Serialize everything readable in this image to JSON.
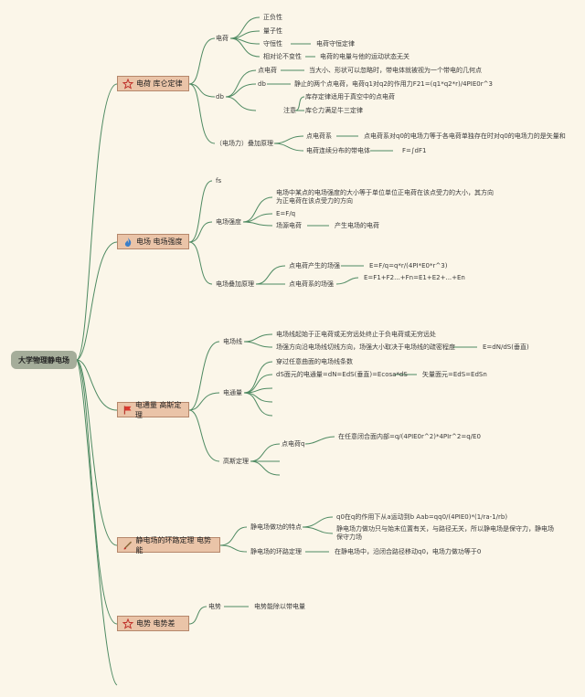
{
  "root": {
    "label": "大学物理静电场"
  },
  "sections": [
    {
      "label": "电荷 库仑定律",
      "icon": "star-icon",
      "children": [
        {
          "label": "电荷",
          "items": [
            "正负性",
            "量子性",
            "守恒性",
            "相对论不变性"
          ],
          "notes": [
            "电荷守恒定律",
            "电荷的电量与他的运动状态无关"
          ]
        },
        {
          "label": "db",
          "items": [
            "点电荷",
            "db",
            "注意"
          ],
          "notes": [
            "当大小、形状可以忽略时，带电体就被视为一个带电的几何点",
            "静止的两个点电荷，电荷q1对q2的作用力F21=(q1*q2*r)/4PIE0r^3",
            "库存定律适用于真空中的点电荷",
            "库仑力满足牛三定律"
          ]
        },
        {
          "label": "（电场力）叠加原理",
          "items": [
            "点电荷系",
            "电荷连续分布的带电体"
          ],
          "notes": [
            "点电荷系对q0的电场力等于各电荷单独存在时对q0的电场力的是矢量和",
            "F=∫dF1"
          ]
        }
      ]
    },
    {
      "label": "电场 电场强度",
      "icon": "flame-icon",
      "children": [
        {
          "label": "fs"
        },
        {
          "label": "电场强度",
          "items": [
            "电场中某点的电场强度的大小等于单位单位正电荷在该点受力的大小，其方向为正电荷在该点受力的方向",
            "E=F/q",
            "场源电荷"
          ],
          "notes": [
            "产生电场的电荷"
          ]
        },
        {
          "label": "电场叠加原理",
          "items": [
            "点电荷产生的场强",
            "点电荷系的场强"
          ],
          "notes": [
            "E=F/q=q*r/(4PI*E0*r^3)",
            "E=F1+F2...+Fn=E1+E2+...+En"
          ]
        }
      ]
    },
    {
      "label": "电通量 高斯定理",
      "icon": "flag-icon",
      "children": [
        {
          "label": "电场线",
          "items": [
            "电场线起始于正电荷或无穷远处终止于负电荷或无穷远处",
            "场强方向沿电场线切线方向，场强大小取决于电场线的疏密程度"
          ],
          "notes": [
            "E=dN/dS(垂直)"
          ]
        },
        {
          "label": "电通量",
          "items": [
            "穿过任意曲面的电场线条数",
            "dS面元的电通量=dN=EdS(垂直)=Ecosa*dS"
          ],
          "notes": [
            "矢量面元=EdS=EdSn"
          ]
        },
        {
          "label": "高斯定理",
          "items": [
            "点电荷q"
          ],
          "notes": [
            "在任意闭合面内部=q/(4PIE0r^2)*4PIr^2=q/E0"
          ]
        }
      ]
    },
    {
      "label": "静电场的环路定理 电势能",
      "icon": "brush-icon",
      "children": [
        {
          "label": "静电场做功的特点",
          "items": [
            "q0在q的作用下从a运动到b Aab=qq0/(4PIE0)*(1/ra-1/rb)",
            "静电场力做功只与始末位置有关，与路径无关，所以静电场是保守力，静电场保守力场"
          ]
        },
        {
          "label": "静电场的环路定理",
          "items": [
            "在静电场中，沿闭合路径移动q0，电场力做功等于0"
          ]
        }
      ]
    },
    {
      "label": "电势 电势差",
      "icon": "star-icon",
      "children": [
        {
          "label": "电势",
          "items": [
            "电势能除以带电量"
          ]
        }
      ]
    }
  ],
  "colors": {
    "branch": "#4e8a62",
    "section_fill": "#eac4a8",
    "root_fill": "#a5ad9a",
    "background": "#fbf6e9"
  }
}
